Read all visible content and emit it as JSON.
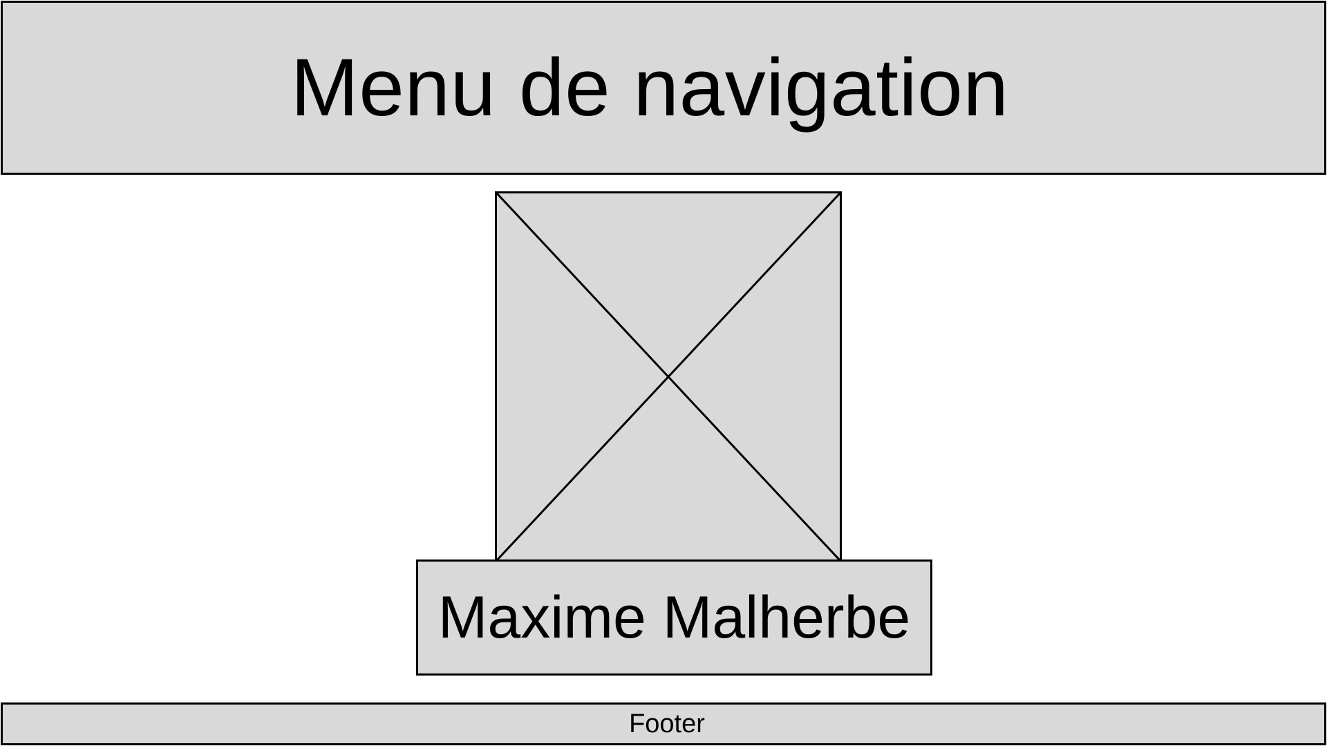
{
  "header": {
    "nav_label": "Menu de navigation"
  },
  "main": {
    "image_placeholder": "image-placeholder-icon",
    "name": "Maxime Malherbe"
  },
  "footer": {
    "label": "Footer"
  },
  "colors": {
    "box_fill": "#d9d9d9",
    "stroke": "#000000",
    "background": "#ffffff"
  }
}
